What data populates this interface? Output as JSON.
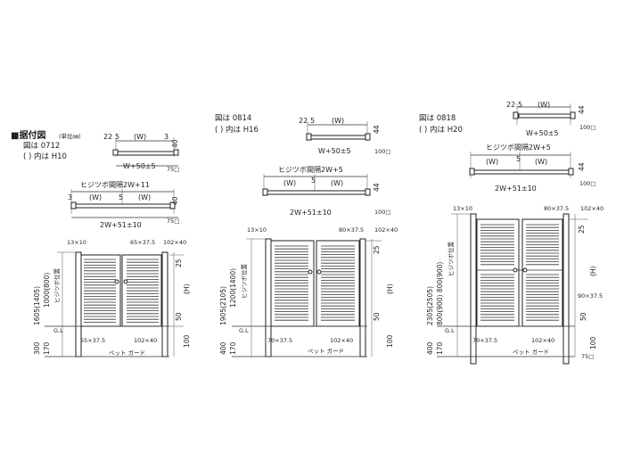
{
  "header": {
    "title": "■据付図",
    "unit": "(単位㎜)",
    "fig0712": "図は 0712",
    "fig0712_note": "(   ) 内は H10",
    "fig0814": "図は 0814",
    "fig0814_note": "(   ) 内は H16",
    "fig0818": "図は 0818",
    "fig0818_note": "(   ) 内は H20"
  },
  "d1": {
    "top_22": "22",
    "top_5": "5",
    "top_W": "(W)",
    "top_3": "3",
    "top_40": "40",
    "top_total": "W+50±5",
    "top_75": "75□",
    "mid_title": "ヒジツボ間隔2W+11",
    "mid_3": "3",
    "mid_W1": "(W)",
    "mid_5": "5",
    "mid_W2": "(W)",
    "mid_40": "40",
    "mid_total": "2W+51±10",
    "mid_75": "75□",
    "lbl_13x10": "13×10",
    "lbl_65": "65×37.5",
    "lbl_102": "102×40",
    "lbl_55": "55×37.5",
    "lbl_102b": "102×40",
    "v_total": "1605(1405)",
    "v_inner": "1000(800)",
    "v_hiji": "ヒジツボ位置",
    "v_300": "300",
    "v_170": "170",
    "r_25": "25",
    "r_H": "(H)",
    "r_50": "50",
    "r_100": "100",
    "gl": "G.L",
    "petguard": "ペット ガード"
  },
  "d2": {
    "top_22": "22",
    "top_5": "5",
    "top_W": "(W)",
    "top_44": "44",
    "top_total": "W+50±5",
    "top_100": "100□",
    "mid_title": "ヒジツボ間隔2W+5",
    "mid_W1": "(W)",
    "mid_5": "5",
    "mid_W2": "(W)",
    "mid_44": "44",
    "mid_total": "2W+51±10",
    "mid_100": "100□",
    "lbl_13x10": "13×10",
    "lbl_80": "80×37.5",
    "lbl_102": "102×40",
    "lbl_70": "70×37.5",
    "lbl_102b": "102×40",
    "v_total": "1905(2105)",
    "v_inner": "1200(1400)",
    "v_hiji": "ヒジツボ位置",
    "v_400": "400",
    "v_170": "170",
    "r_25": "25",
    "r_H": "(H)",
    "r_50": "50",
    "r_100": "100",
    "gl": "G.L",
    "petguard": "ペット ガード"
  },
  "d3": {
    "top_22": "22",
    "top_5": "5",
    "top_W": "(W)",
    "top_44": "44",
    "top_total": "W+50±5",
    "top_100": "100□",
    "mid_title": "ヒジツボ間隔2W+5",
    "mid_W1": "(W)",
    "mid_5": "5",
    "mid_W2": "(W)",
    "mid_44": "44",
    "mid_total": "2W+51±10",
    "mid_100": "100□",
    "lbl_13x10": "13×10",
    "lbl_80": "80×37.5",
    "lbl_102": "102×40",
    "lbl_90": "90×37.5",
    "lbl_70": "70×37.5",
    "lbl_102b": "102×40",
    "v_total": "2305(2505)",
    "v_inner": "800(900) 800(900)",
    "v_hiji": "ヒジツボ位置",
    "v_400": "400",
    "v_170": "170",
    "r_25": "25",
    "r_H": "(H)",
    "r_50": "50",
    "r_100": "100",
    "r_75": "75□",
    "gl": "G.L",
    "petguard": "ペット ガード"
  }
}
